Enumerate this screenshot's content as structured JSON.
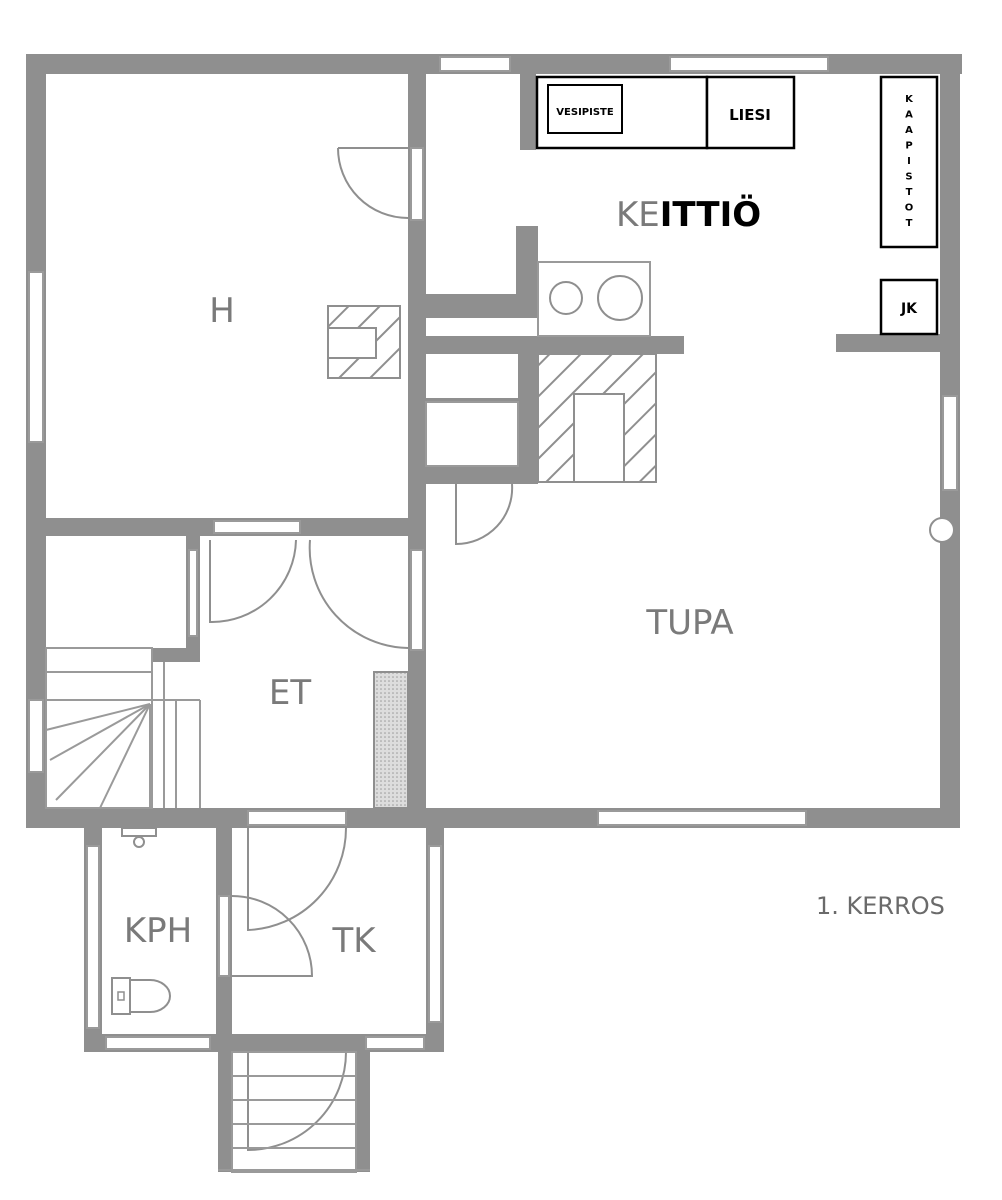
{
  "rooms": {
    "h": "H",
    "keittio_gray": "KE",
    "keittio_dark": "ITTIÖ",
    "tupa": "TUPA",
    "et": "ET",
    "kph": "KPH",
    "tk": "TK"
  },
  "floor_label": "1. KERROS",
  "kitchen_boxes": {
    "vesipiste": "VESIPISTE",
    "liesi": "LIESI",
    "kaapistot_letters": [
      "K",
      "A",
      "A",
      "P",
      "I",
      "S",
      "T",
      "O",
      "T"
    ],
    "jk": "JK"
  },
  "colors": {
    "wall": "#8f8f8f",
    "label_gray": "#7a7a7a",
    "box_outline": "#000000"
  }
}
